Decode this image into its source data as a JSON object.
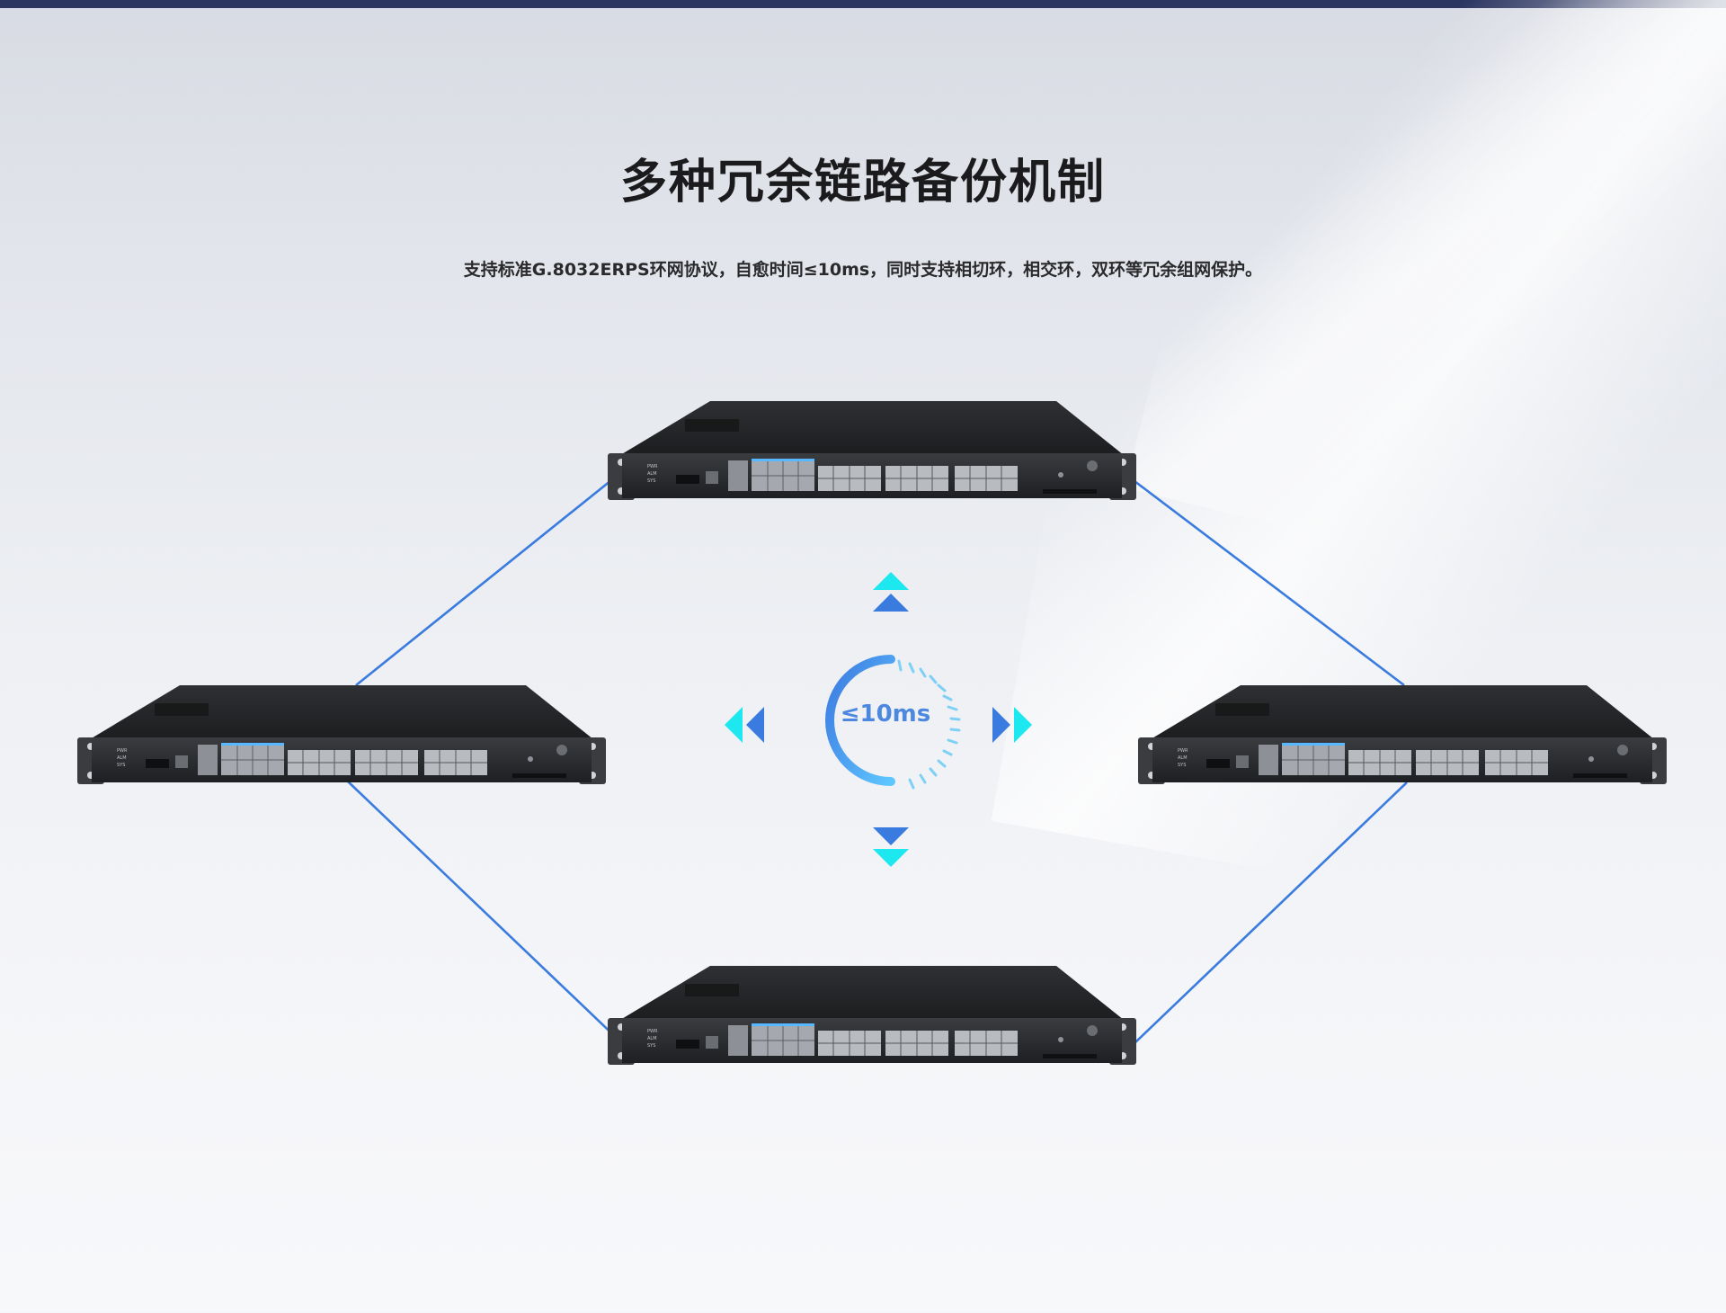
{
  "title": "多种冗余链路备份机制",
  "subtitle": "支持标准G.8032ERPS环网协议，自愈时间≤10ms，同时支持相切环，相交环，双环等冗余组网保护。",
  "timer": {
    "label": "≤10ms"
  },
  "devices": [
    {
      "id": "switch-top"
    },
    {
      "id": "switch-left"
    },
    {
      "id": "switch-right"
    },
    {
      "id": "switch-bottom"
    }
  ],
  "colors": {
    "accent": "#3a7be0",
    "cyan": "#19e6ef",
    "header": "#2a3560"
  },
  "icons": [
    "arrow-up-icon",
    "arrow-down-icon",
    "arrow-left-icon",
    "arrow-right-icon",
    "timer-ring-icon"
  ]
}
